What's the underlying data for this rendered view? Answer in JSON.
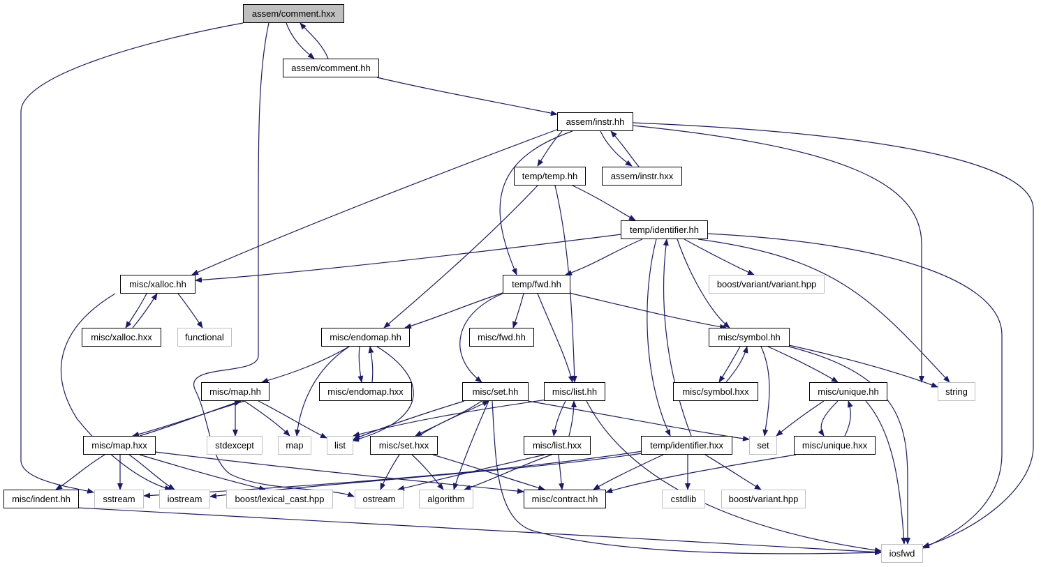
{
  "graph": {
    "edge_color": "#191970",
    "external_border_color": "#bfbfbf",
    "root_fill_color": "#bfbfbf",
    "nodes": [
      {
        "id": "comment_hxx",
        "label": "assem/comment.hxx",
        "kind": "root"
      },
      {
        "id": "comment_hh",
        "label": "assem/comment.hh",
        "kind": "linked"
      },
      {
        "id": "instr_hh",
        "label": "assem/instr.hh",
        "kind": "linked"
      },
      {
        "id": "temp_hh",
        "label": "temp/temp.hh",
        "kind": "linked"
      },
      {
        "id": "instr_hxx",
        "label": "assem/instr.hxx",
        "kind": "linked"
      },
      {
        "id": "identifier_hh",
        "label": "temp/identifier.hh",
        "kind": "linked"
      },
      {
        "id": "xalloc_hh",
        "label": "misc/xalloc.hh",
        "kind": "linked"
      },
      {
        "id": "fwd_hh",
        "label": "temp/fwd.hh",
        "kind": "linked"
      },
      {
        "id": "variant_variant",
        "label": "boost/variant/variant.hpp",
        "kind": "external"
      },
      {
        "id": "xalloc_hxx",
        "label": "misc/xalloc.hxx",
        "kind": "linked"
      },
      {
        "id": "functional",
        "label": "functional",
        "kind": "external"
      },
      {
        "id": "endomap_hh",
        "label": "misc/endomap.hh",
        "kind": "linked"
      },
      {
        "id": "misc_fwd_hh",
        "label": "misc/fwd.hh",
        "kind": "linked"
      },
      {
        "id": "symbol_hh",
        "label": "misc/symbol.hh",
        "kind": "linked"
      },
      {
        "id": "map_hh",
        "label": "misc/map.hh",
        "kind": "linked"
      },
      {
        "id": "endomap_hxx",
        "label": "misc/endomap.hxx",
        "kind": "linked"
      },
      {
        "id": "set_hh",
        "label": "misc/set.hh",
        "kind": "linked"
      },
      {
        "id": "list_hh",
        "label": "misc/list.hh",
        "kind": "linked"
      },
      {
        "id": "symbol_hxx",
        "label": "misc/symbol.hxx",
        "kind": "linked"
      },
      {
        "id": "unique_hh",
        "label": "misc/unique.hh",
        "kind": "linked"
      },
      {
        "id": "string",
        "label": "string",
        "kind": "external"
      },
      {
        "id": "map_hxx",
        "label": "misc/map.hxx",
        "kind": "linked"
      },
      {
        "id": "stdexcept",
        "label": "stdexcept",
        "kind": "external"
      },
      {
        "id": "map",
        "label": "map",
        "kind": "external"
      },
      {
        "id": "list",
        "label": "list",
        "kind": "external"
      },
      {
        "id": "set_hxx",
        "label": "misc/set.hxx",
        "kind": "linked"
      },
      {
        "id": "list_hxx",
        "label": "misc/list.hxx",
        "kind": "linked"
      },
      {
        "id": "identifier_hxx",
        "label": "temp/identifier.hxx",
        "kind": "linked"
      },
      {
        "id": "set",
        "label": "set",
        "kind": "external"
      },
      {
        "id": "unique_hxx",
        "label": "misc/unique.hxx",
        "kind": "linked"
      },
      {
        "id": "indent_hh",
        "label": "misc/indent.hh",
        "kind": "linked"
      },
      {
        "id": "sstream",
        "label": "sstream",
        "kind": "external"
      },
      {
        "id": "iostream",
        "label": "iostream",
        "kind": "external"
      },
      {
        "id": "lexical_cast",
        "label": "boost/lexical_cast.hpp",
        "kind": "external"
      },
      {
        "id": "ostream",
        "label": "ostream",
        "kind": "external"
      },
      {
        "id": "algorithm",
        "label": "algorithm",
        "kind": "external"
      },
      {
        "id": "contract_hh",
        "label": "misc/contract.hh",
        "kind": "linked"
      },
      {
        "id": "cstdlib",
        "label": "cstdlib",
        "kind": "external"
      },
      {
        "id": "variant_hpp",
        "label": "boost/variant.hpp",
        "kind": "external"
      },
      {
        "id": "iosfwd",
        "label": "iosfwd",
        "kind": "external"
      }
    ]
  }
}
